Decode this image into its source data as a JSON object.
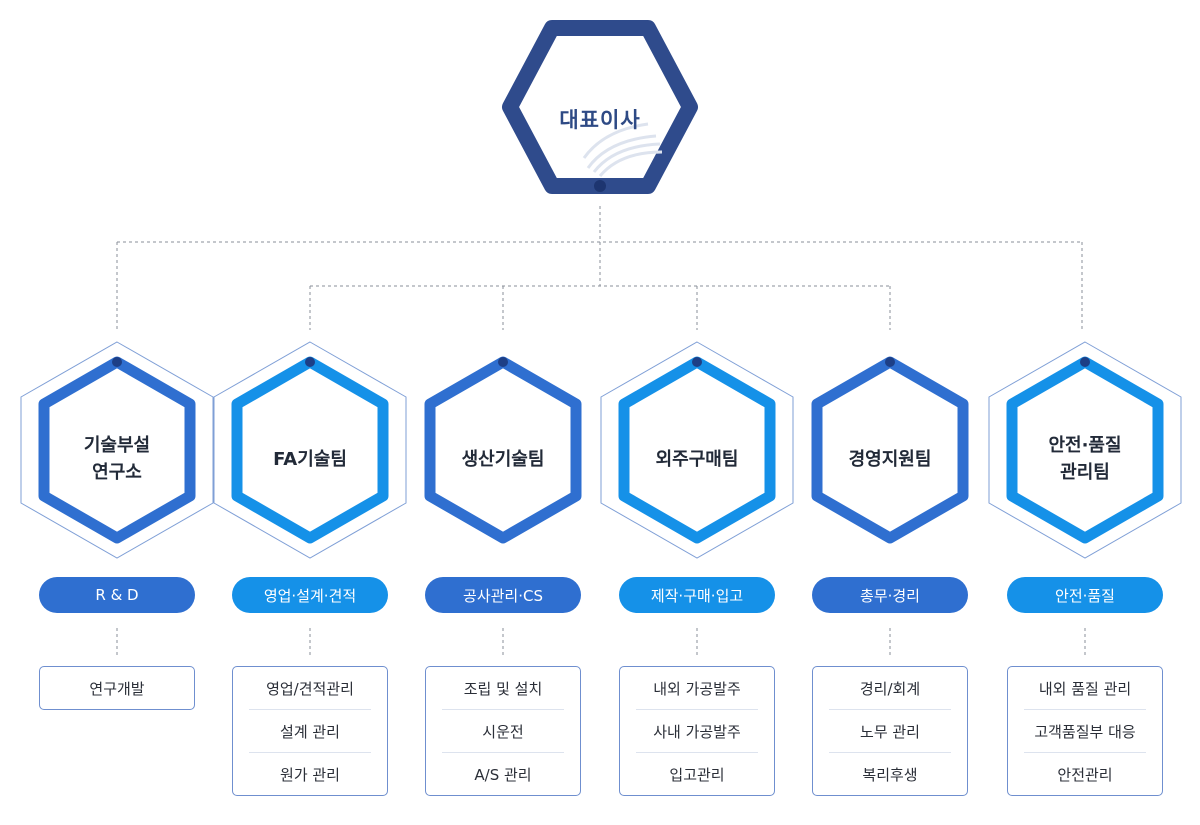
{
  "ceo": {
    "label": "대표이사"
  },
  "colors": {
    "navy": "#2f4b8c",
    "blue": "#2f6fd0",
    "sky": "#1591e8",
    "line": "#8a8f99"
  },
  "teams": [
    {
      "label": "기술부설\n연구소",
      "color": "#2f6fd0",
      "outline": true,
      "function": "R & D",
      "duties": [
        "연구개발"
      ]
    },
    {
      "label": "FA기술팀",
      "color": "#1591e8",
      "outline": true,
      "function": "영업·설계·견적",
      "duties": [
        "영업/견적관리",
        "설계 관리",
        "원가 관리"
      ]
    },
    {
      "label": "생산기술팀",
      "color": "#2f6fd0",
      "outline": false,
      "function": "공사관리·CS",
      "duties": [
        "조립 및 설치",
        "시운전",
        "A/S 관리"
      ]
    },
    {
      "label": "외주구매팀",
      "color": "#1591e8",
      "outline": true,
      "function": "제작·구매·입고",
      "duties": [
        "내외 가공발주",
        "사내 가공발주",
        "입고관리"
      ]
    },
    {
      "label": "경영지원팀",
      "color": "#2f6fd0",
      "outline": false,
      "function": "총무·경리",
      "duties": [
        "경리/회계",
        "노무 관리",
        "복리후생"
      ]
    },
    {
      "label": "안전·품질\n관리팀",
      "color": "#1591e8",
      "outline": true,
      "function": "안전·품질",
      "duties": [
        "내외 품질 관리",
        "고객품질부 대응",
        "안전관리"
      ]
    }
  ]
}
